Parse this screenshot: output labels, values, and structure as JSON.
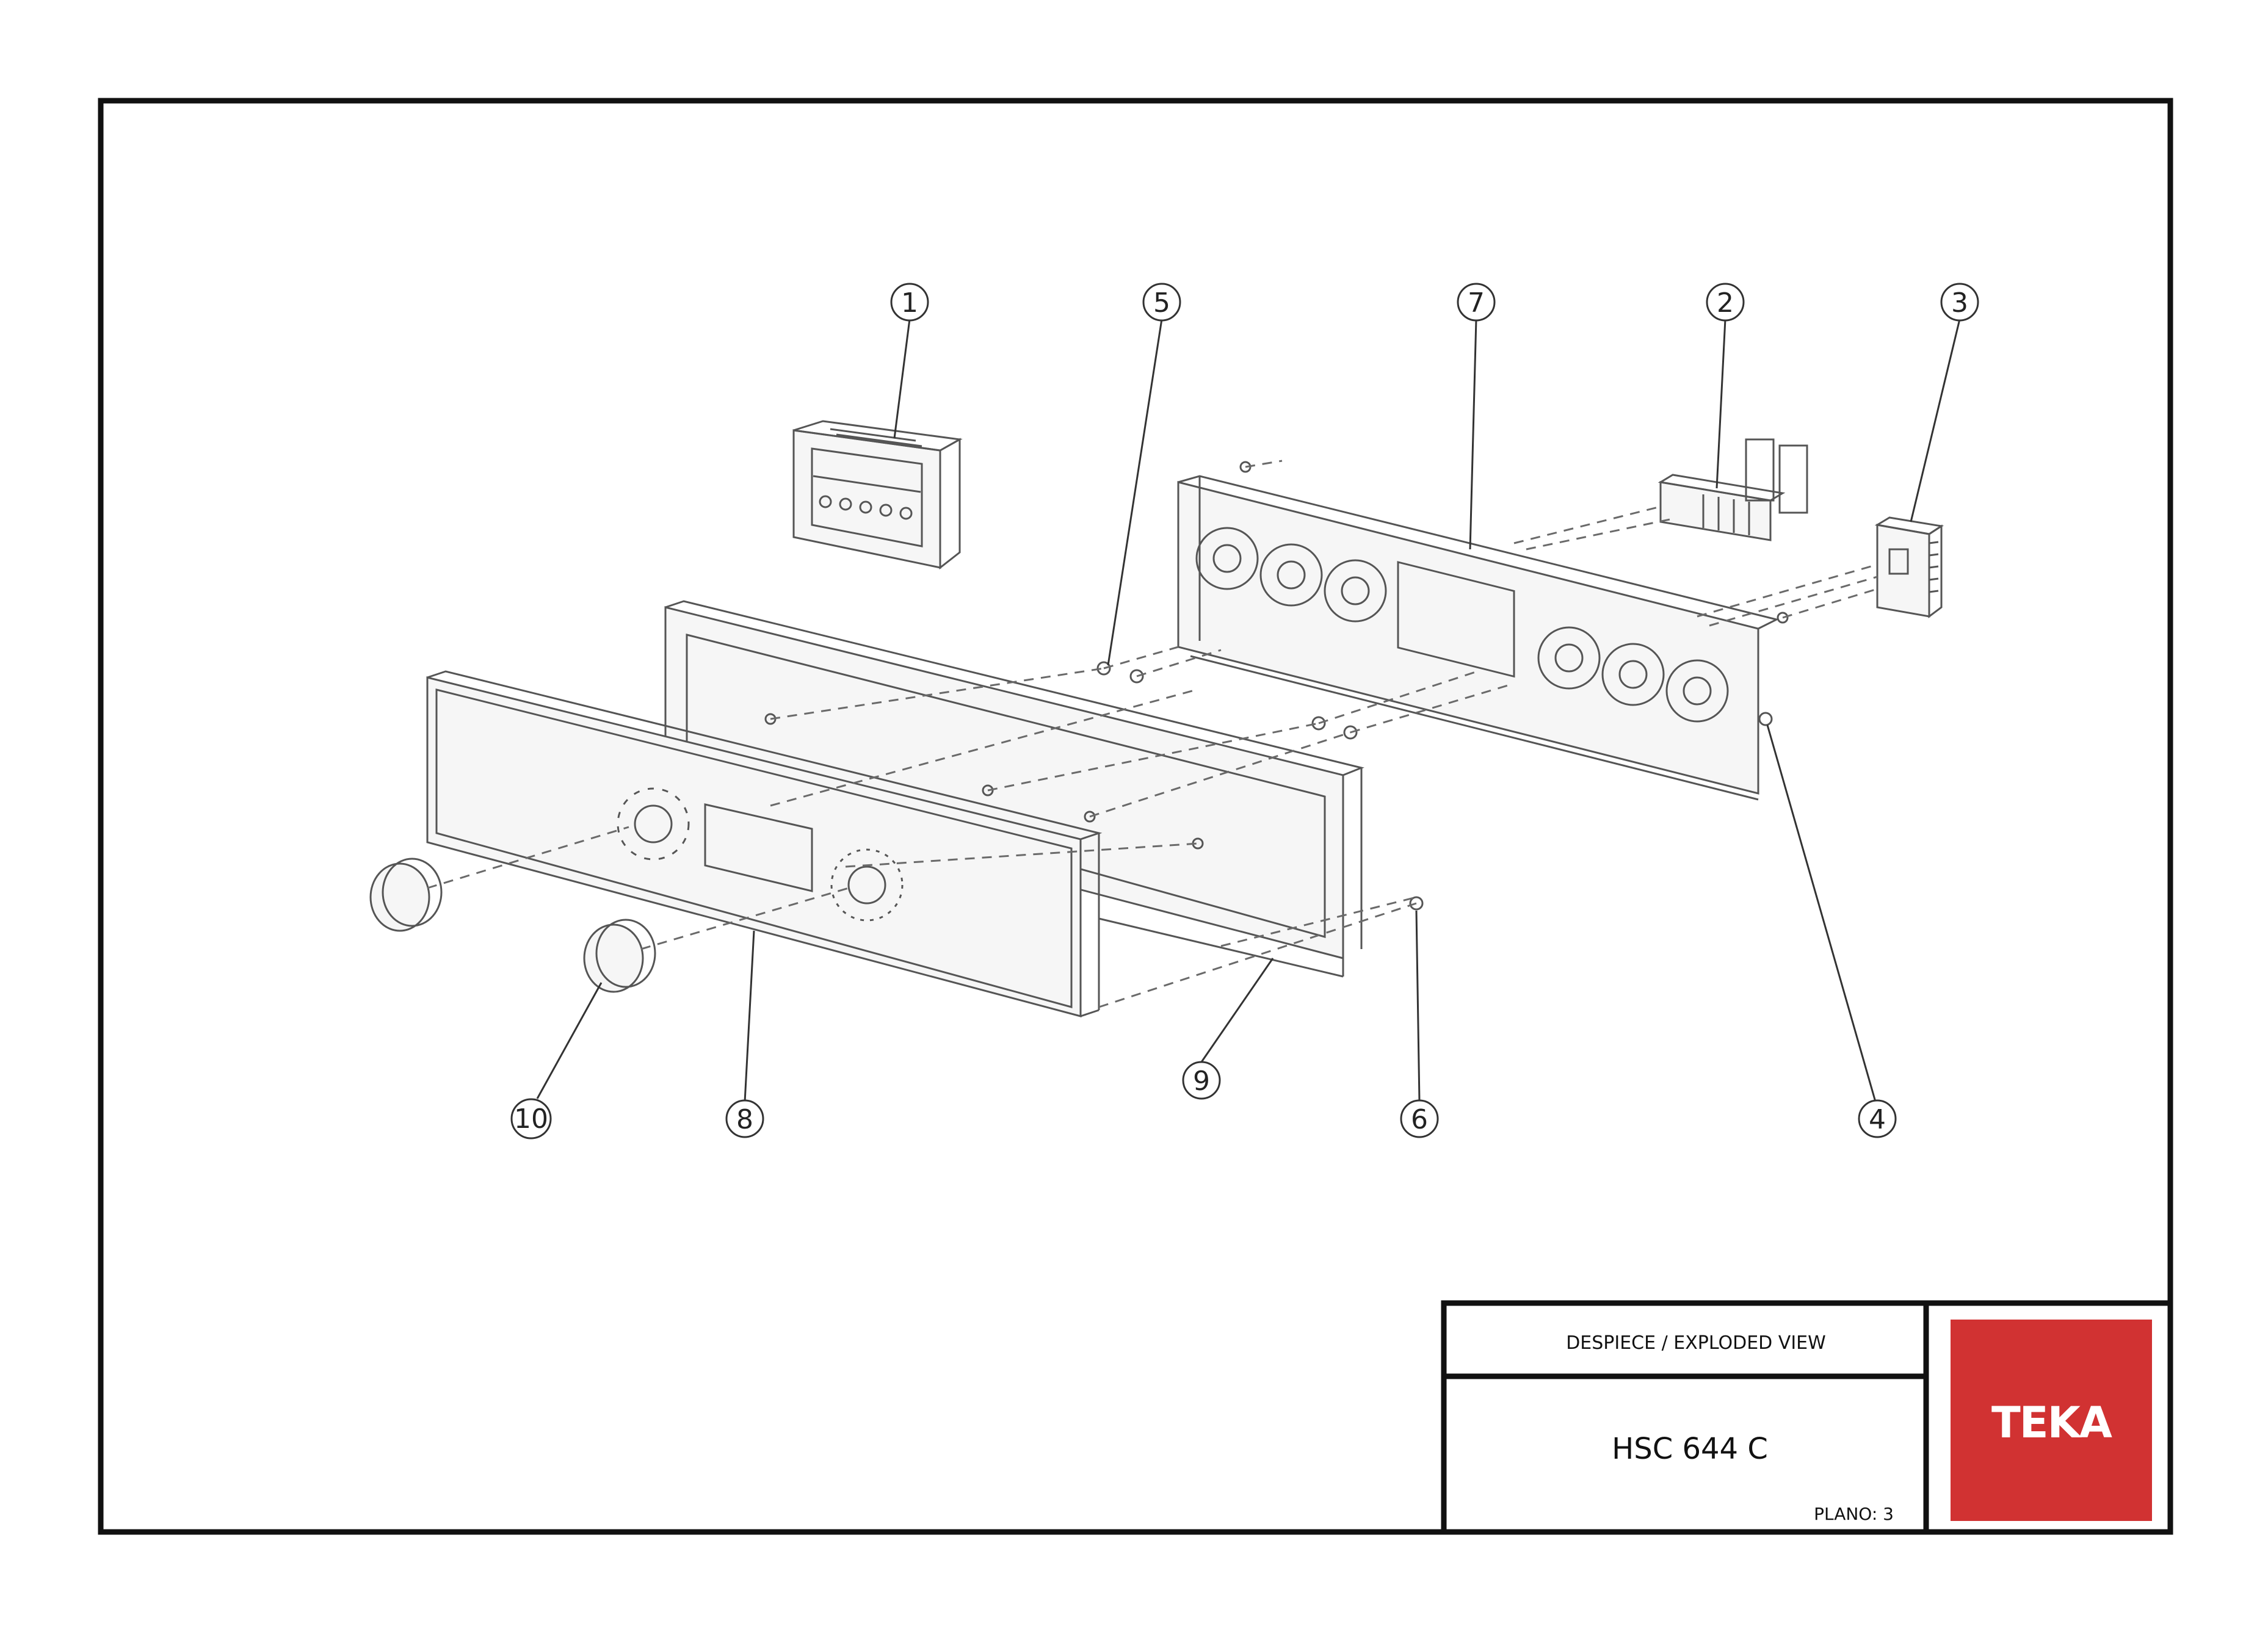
{
  "title_block": {
    "header": "DESPIECE / EXPLODED VIEW",
    "model": "HSC 644 C",
    "plan_label": "PLANO: 3",
    "brand": "TEKA",
    "brand_color": "#d13232"
  },
  "callouts": [
    {
      "label": "1",
      "part": "control-module"
    },
    {
      "label": "5",
      "part": "screw-front"
    },
    {
      "label": "7",
      "part": "mounting-bracket"
    },
    {
      "label": "2",
      "part": "terminal-block"
    },
    {
      "label": "3",
      "part": "switch-block"
    },
    {
      "label": "4",
      "part": "screw-rear"
    },
    {
      "label": "6",
      "part": "screw-bottom"
    },
    {
      "label": "9",
      "part": "panel-frame"
    },
    {
      "label": "8",
      "part": "front-panel"
    },
    {
      "label": "10",
      "part": "knobs"
    }
  ]
}
